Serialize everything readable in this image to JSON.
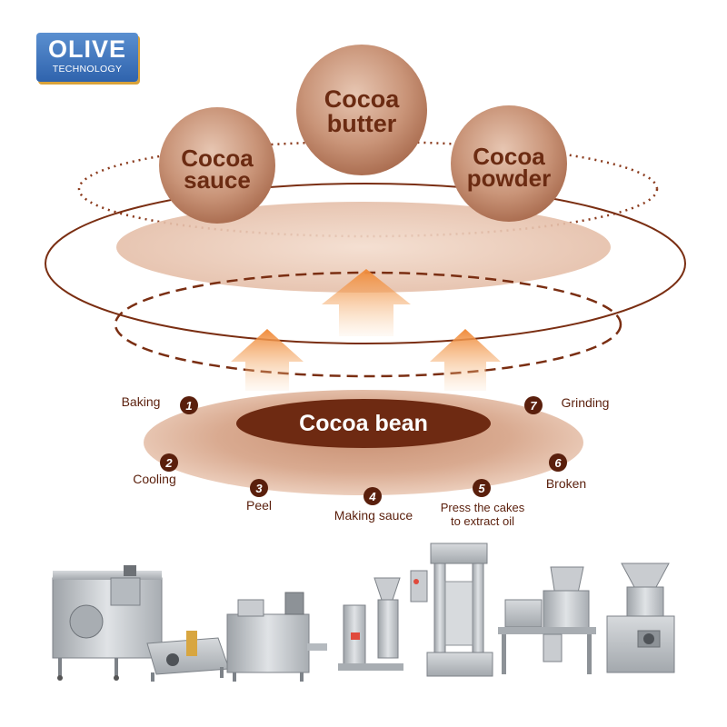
{
  "logo": {
    "line1": "OLIVE",
    "line2": "TECHNOLOGY"
  },
  "products": [
    {
      "line1": "Cocoa",
      "line2": "sauce"
    },
    {
      "line1": "Cocoa",
      "line2": "butter"
    },
    {
      "line1": "Cocoa",
      "line2": "powder"
    }
  ],
  "center_label": "Cocoa bean",
  "steps": [
    {
      "num": "1",
      "label": "Baking"
    },
    {
      "num": "2",
      "label": "Cooling"
    },
    {
      "num": "3",
      "label": "Peel"
    },
    {
      "num": "4",
      "label": "Making sauce"
    },
    {
      "num": "5",
      "label": "Press the cakes",
      "label2": "to extract oil"
    },
    {
      "num": "6",
      "label": "Broken"
    },
    {
      "num": "7",
      "label": "Grinding"
    }
  ],
  "colors": {
    "brown_dark": "#6b2b12",
    "bubble": "#c48b70",
    "arrow": "#f4a65c",
    "machine": "#c9ccd0"
  }
}
